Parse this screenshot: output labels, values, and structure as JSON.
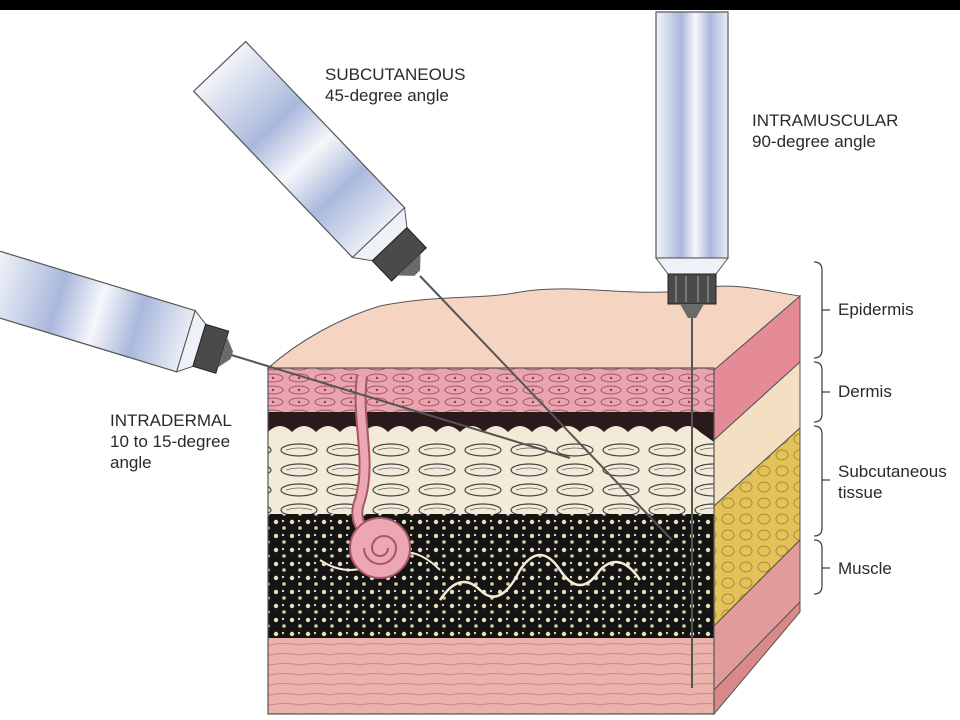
{
  "injections": {
    "subcutaneous": {
      "title": "SUBCUTANEOUS",
      "angle": "45-degree angle"
    },
    "intramuscular": {
      "title": "INTRAMUSCULAR",
      "angle": "90-degree angle"
    },
    "intradermal": {
      "title": "INTRADERMAL",
      "angle_line1": "10 to 15-degree",
      "angle_line2": "angle"
    }
  },
  "layers": {
    "epidermis": "Epidermis",
    "dermis": "Dermis",
    "subcutaneous_line1": "Subcutaneous",
    "subcutaneous_line2": "tissue",
    "muscle": "Muscle"
  },
  "colors": {
    "skin_surface": "#f6d6c6",
    "epidermis": "#e9a3ae",
    "dermis": "#f3e7d4",
    "subcutaneous_fat": "#e2c25a",
    "muscle": "#e6a3a0",
    "syringe_stripe": "#a9b8dc",
    "syringe_hub": "#555555"
  }
}
